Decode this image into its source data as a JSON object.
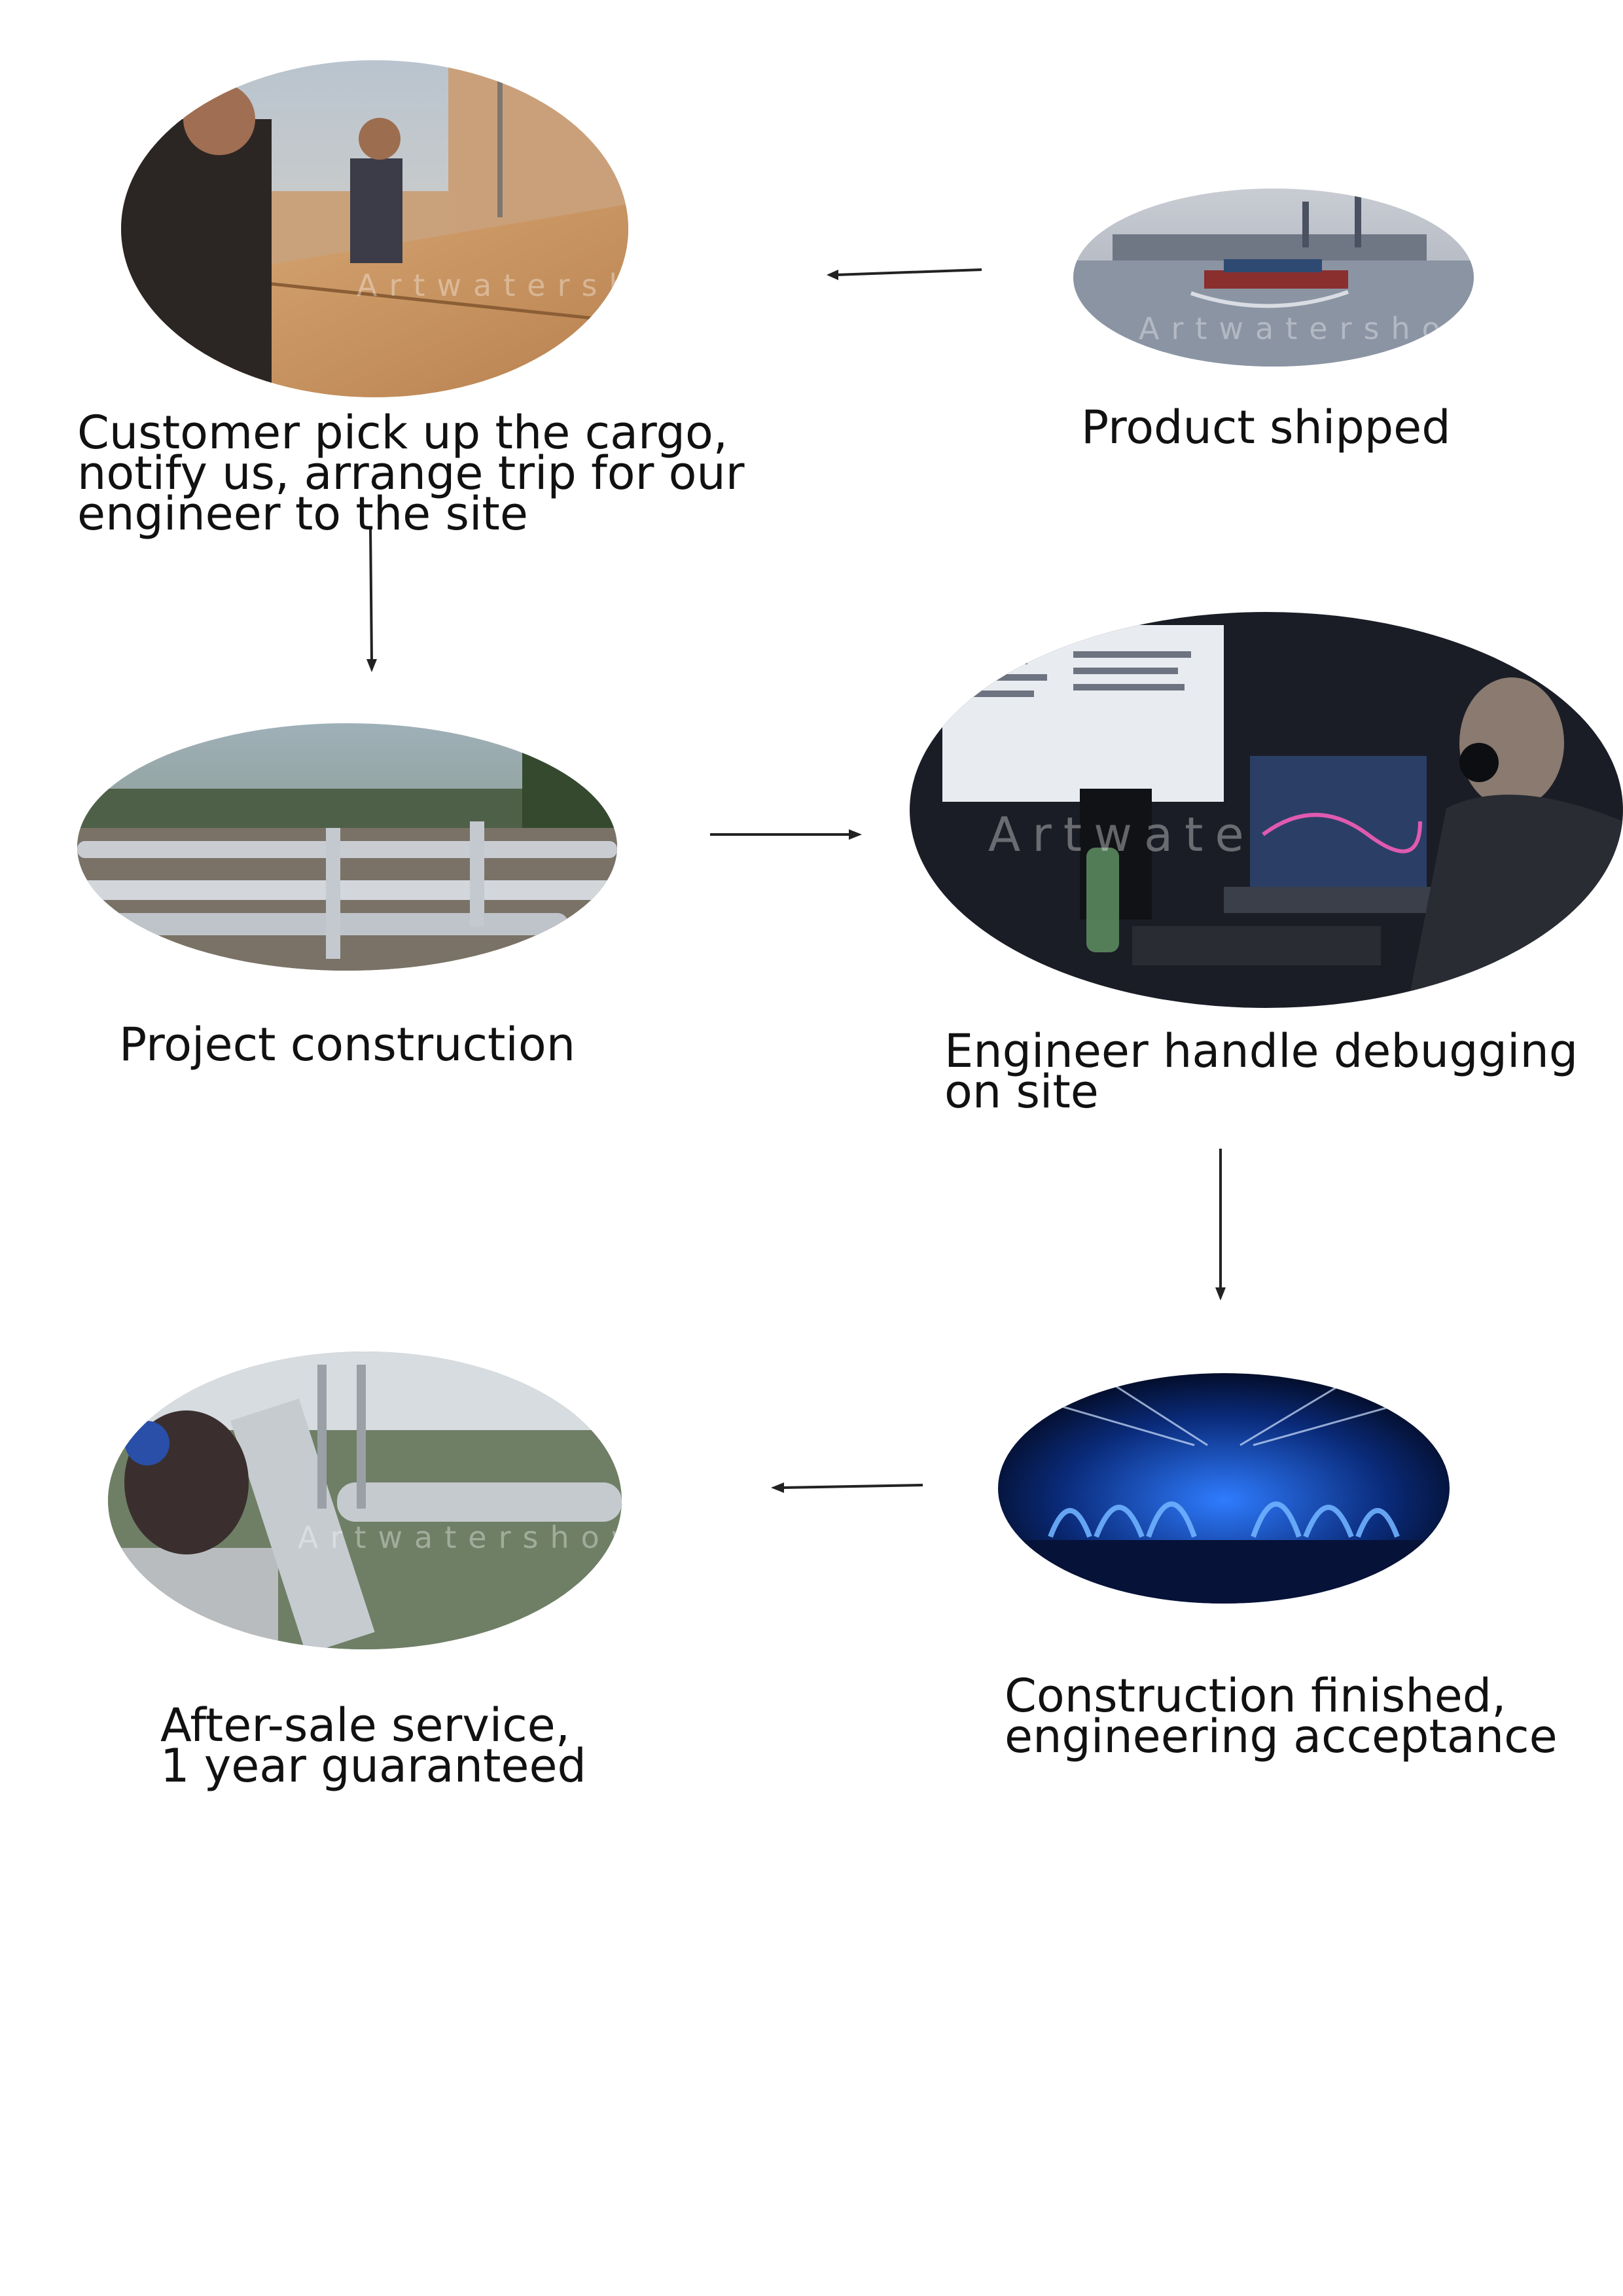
{
  "steps": [
    {
      "id": "pickup",
      "label_lines": [
        "Customer pick up the cargo,",
        "notify us, arrange trip for our",
        "engineer to the site"
      ]
    },
    {
      "id": "shipped",
      "label_lines": [
        "Product shipped"
      ]
    },
    {
      "id": "construction",
      "label_lines": [
        "Project construction"
      ]
    },
    {
      "id": "debugging",
      "label_lines": [
        "Engineer handle debugging",
        "on site"
      ]
    },
    {
      "id": "acceptance",
      "label_lines": [
        "Construction finished,",
        "engineering acceptance"
      ]
    },
    {
      "id": "aftersale",
      "label_lines": [
        "After-sale service,",
        "1 year guaranteed"
      ]
    }
  ],
  "watermarks": {
    "full": "Artwatershow",
    "partial": "Artwate"
  },
  "colors": {
    "text": "#111111",
    "arrow": "#222222",
    "fountain_blue": "#2f7cff"
  }
}
